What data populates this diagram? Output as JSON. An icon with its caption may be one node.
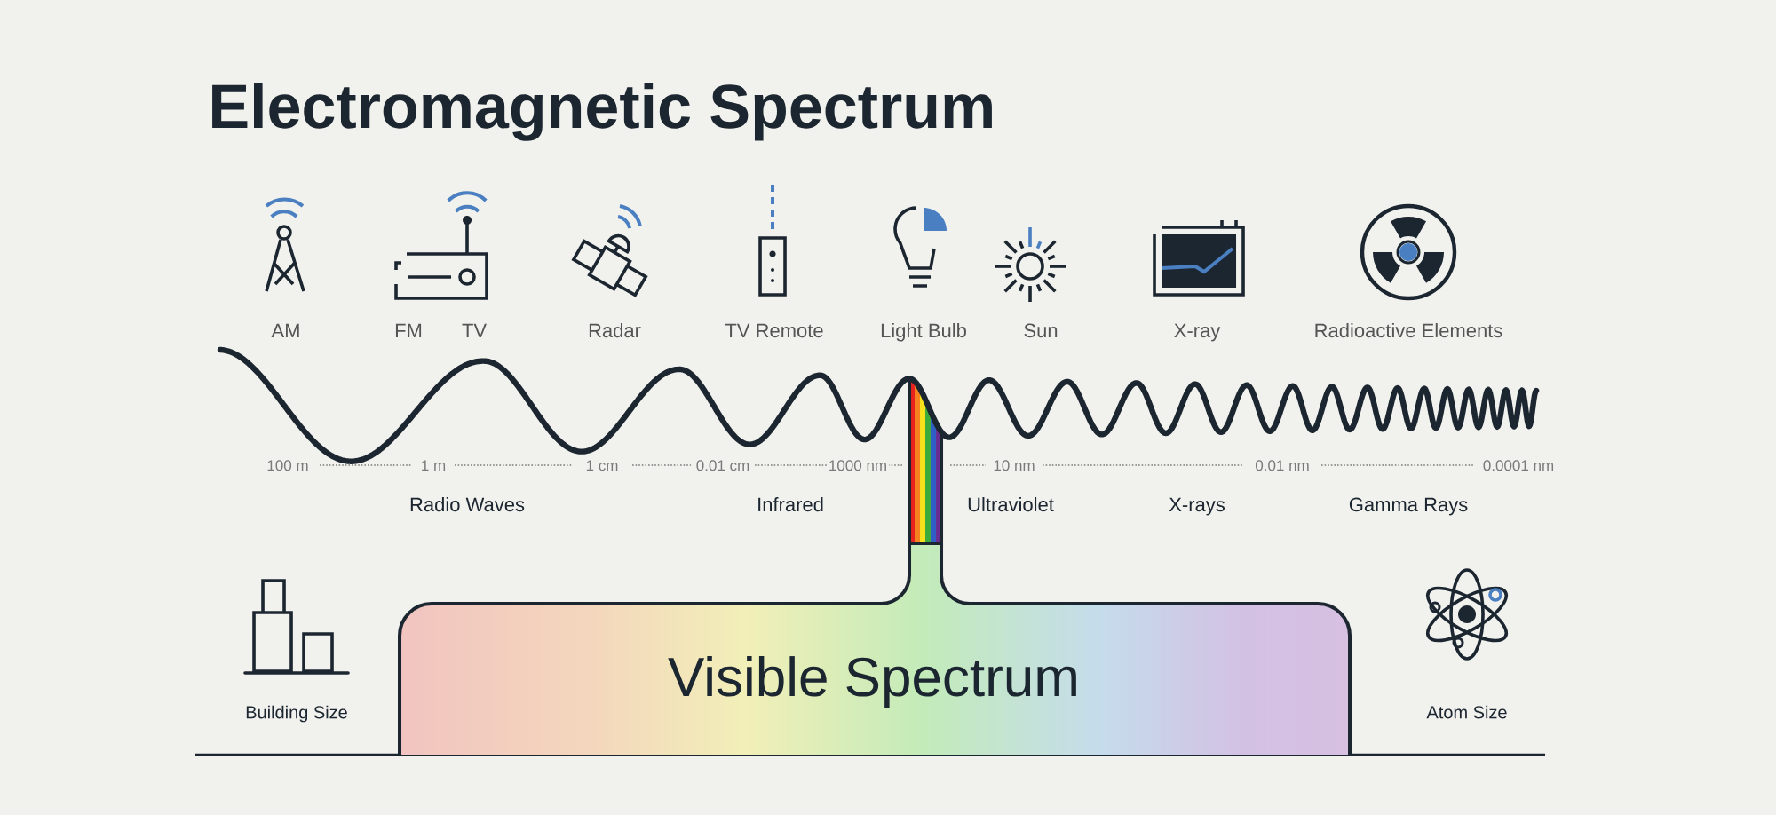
{
  "diagram": {
    "title": "Electromagnetic Spectrum",
    "nodes": [
      {
        "text": [
          "Visible Spectrum"
        ]
      }
    ],
    "labels": [
      "AM",
      "FM",
      "TV",
      "Radar",
      "TV Remote",
      "Light Bulb",
      "Sun",
      "X-ray",
      "Radioactive Elements",
      "100 m",
      "1 m",
      "1 cm",
      "0.01 cm",
      "1000 nm",
      "10 nm",
      "0.01 nm",
      "0.0001 nm",
      "Radio Waves",
      "Infrared",
      "Ultraviolet",
      "X-rays",
      "Gamma Rays",
      "Building Size",
      "Atom Size"
    ]
  }
}
